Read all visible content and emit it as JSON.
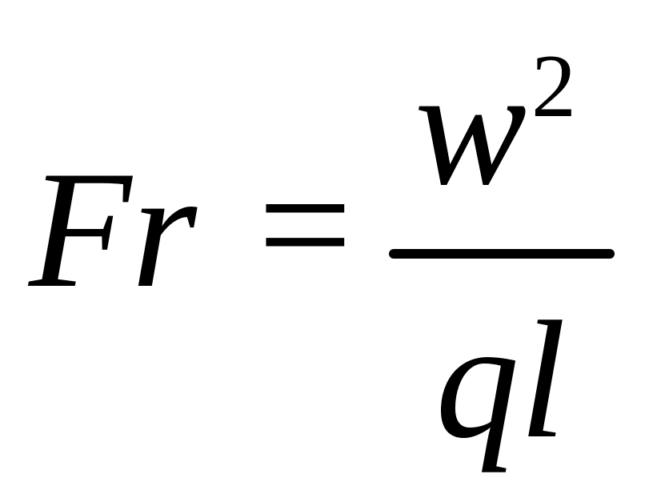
{
  "formula": {
    "lhs": "Fr",
    "operator": "=",
    "numerator": "w",
    "numerator_exponent": "2",
    "denominator": "ql"
  }
}
